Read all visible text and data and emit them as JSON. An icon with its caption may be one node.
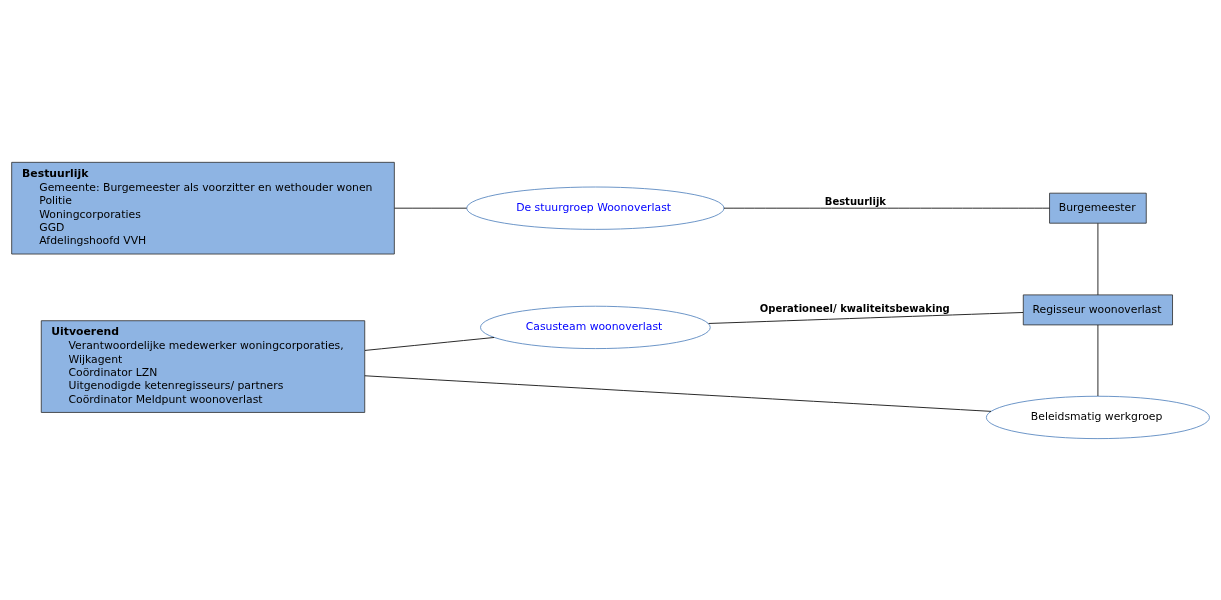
{
  "diagram": {
    "nodes": [
      {
        "text": [
          "Bestuurlijk",
          "Gemeente: Burgemeester als voorzitter en wethouder wonen",
          "Politie",
          "Woningcorporaties",
          "GGD",
          "Afdelingshoofd VVH"
        ]
      },
      {
        "text": [
          "De stuurgroep Woonoverlast"
        ]
      },
      {
        "text": [
          "Burgemeester"
        ]
      },
      {
        "text": [
          "Uitvoerend",
          "Verantwoordelijke medewerker woningcorporaties,",
          "Wijkagent",
          "Coördinator LZN",
          "Uitgenodigde ketenregisseurs/ partners",
          "Coördinator Meldpunt woonoverlast"
        ]
      },
      {
        "text": [
          "Casusteam woonoverlast"
        ]
      },
      {
        "text": [
          "Regisseur woonoverlast"
        ]
      },
      {
        "text": [
          "Beleidsmatig werkgroep"
        ]
      }
    ],
    "edges": [
      {
        "from": 0,
        "to": 1,
        "arrow": "none"
      },
      {
        "from": 1,
        "to": 2,
        "arrow": "none",
        "label": "Bestuurlijk"
      },
      {
        "from": 2,
        "to": 5,
        "arrow": "none"
      },
      {
        "from": 3,
        "to": 4,
        "arrow": "none"
      },
      {
        "from": 4,
        "to": 5,
        "arrow": "none",
        "label": "Operationeel/ kwaliteitsbewaking"
      },
      {
        "from": 5,
        "to": 6,
        "arrow": "none"
      },
      {
        "from": 3,
        "to": 6,
        "arrow": "none"
      }
    ]
  }
}
